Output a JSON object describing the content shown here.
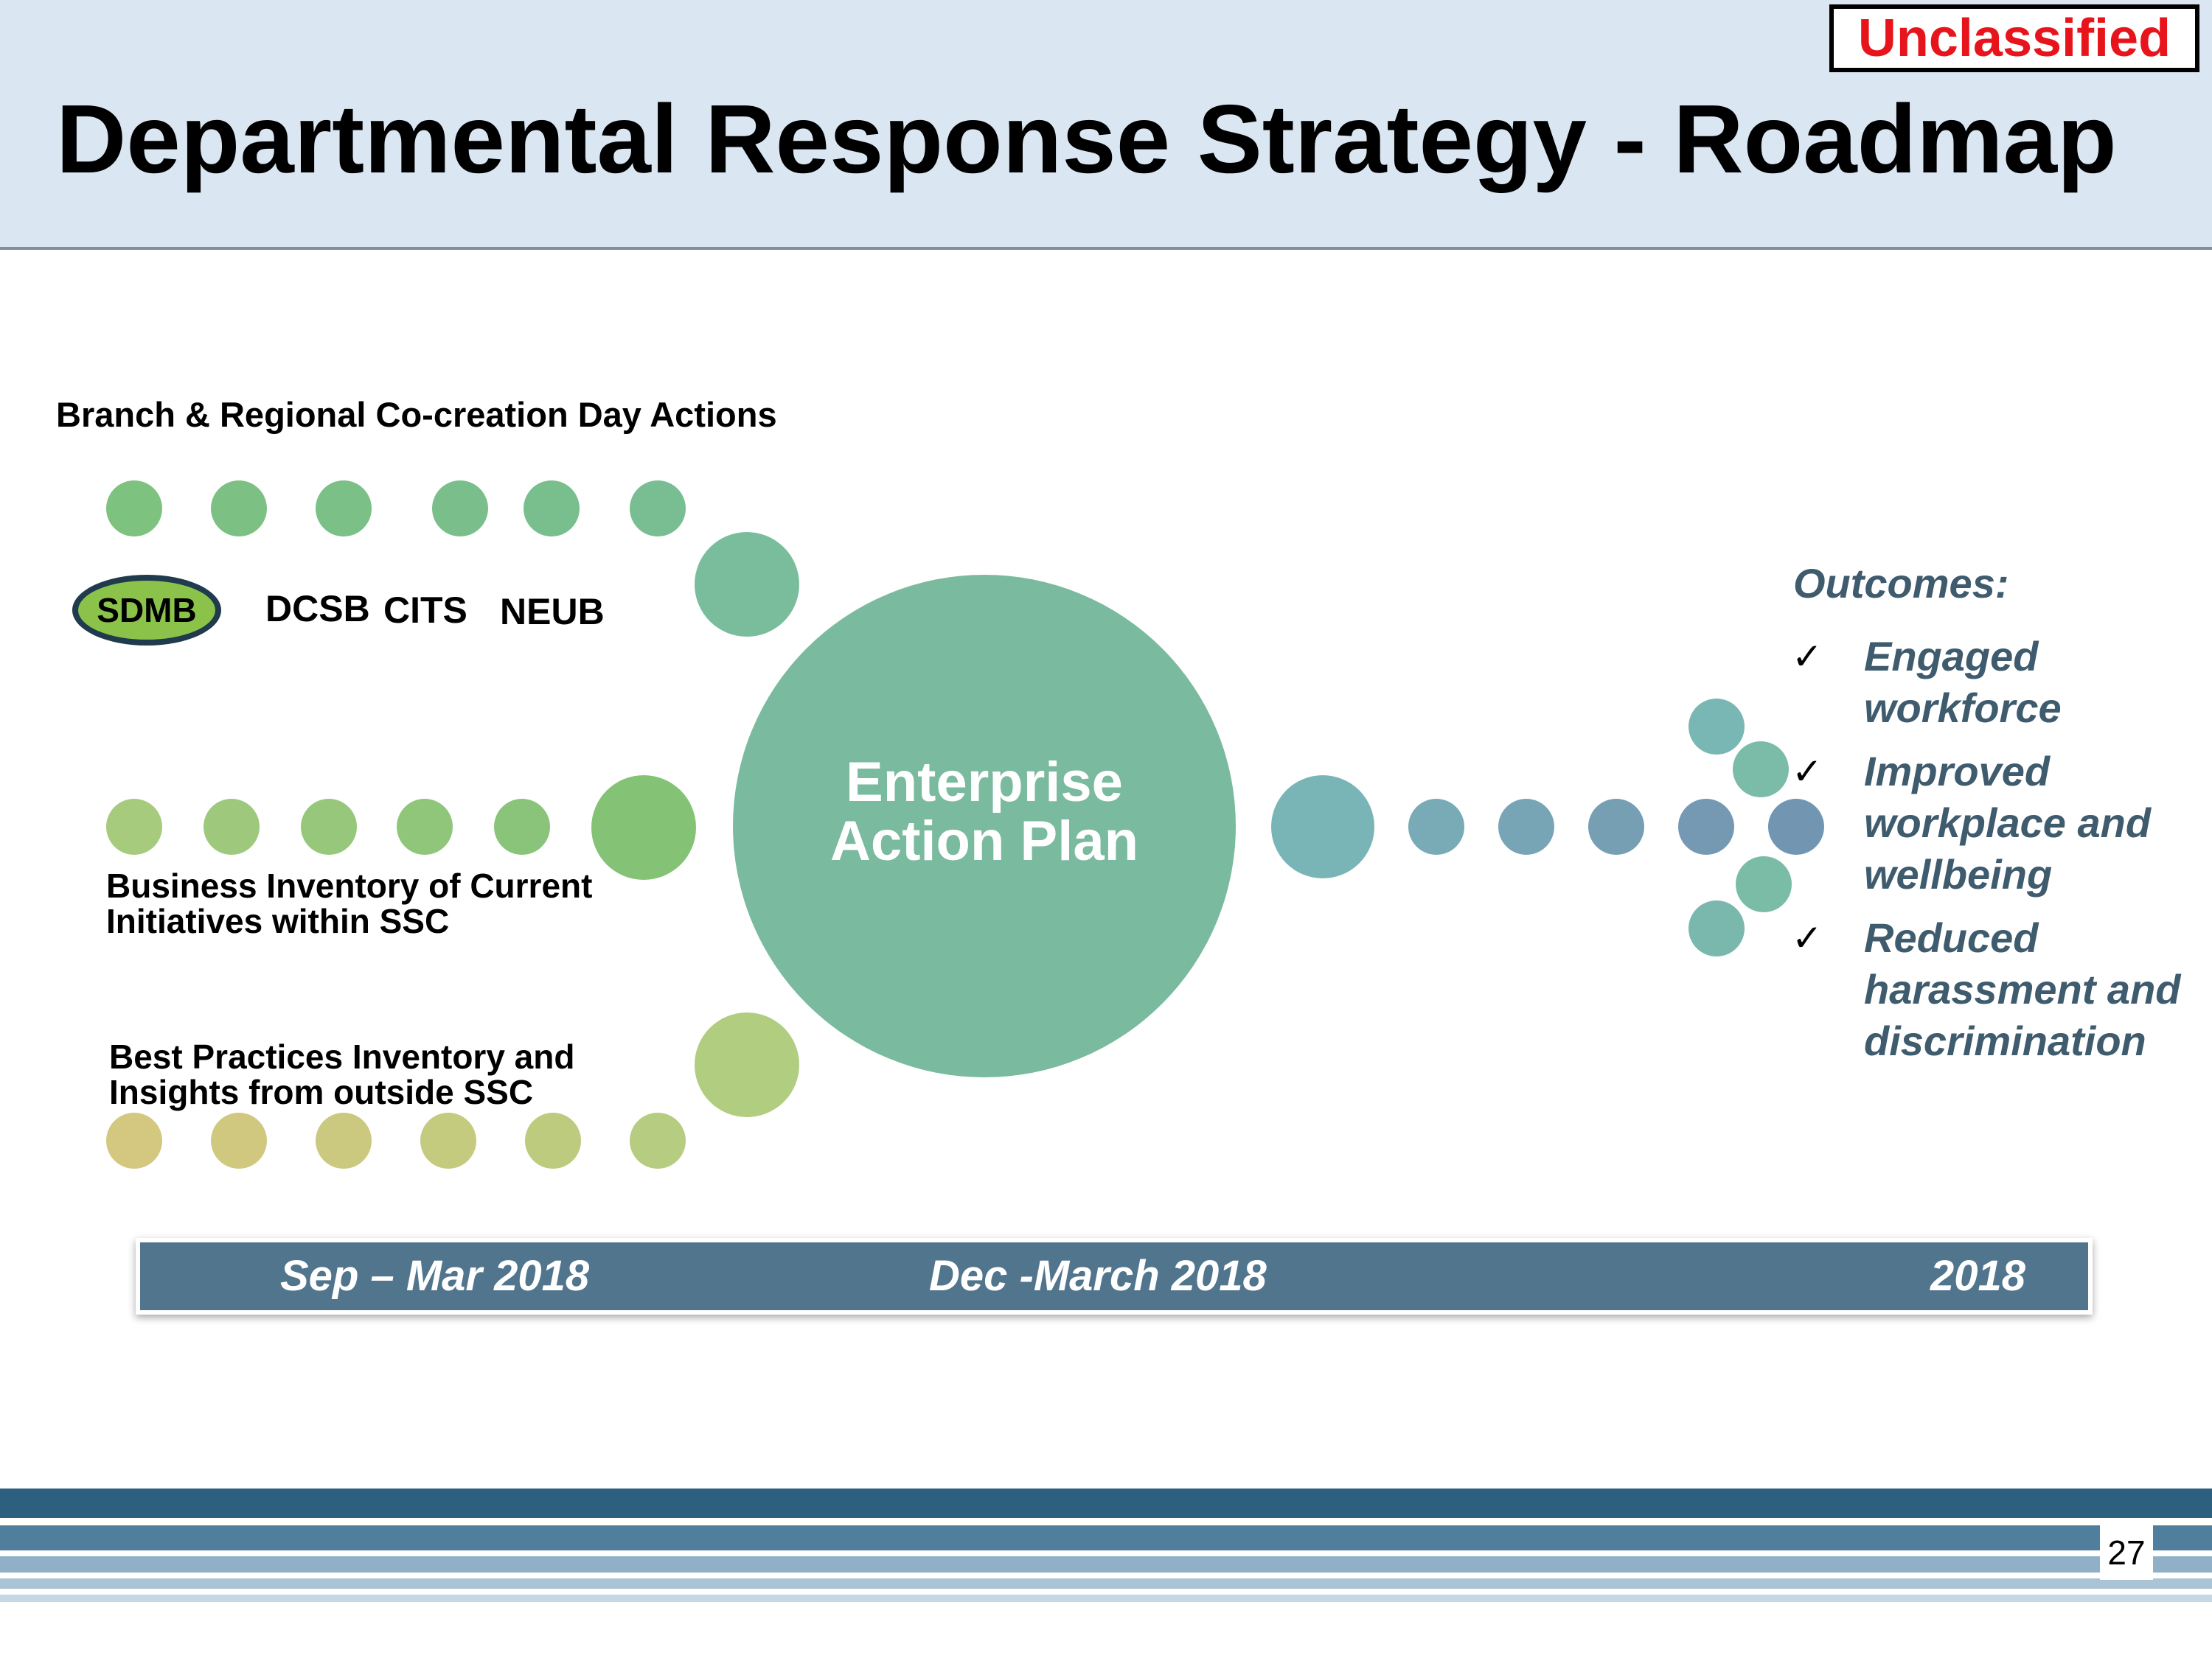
{
  "classification": "Unclassified",
  "title": "Departmental Response Strategy - Roadmap",
  "sections": {
    "cocreation": "Branch & Regional Co-creation Day Actions",
    "business_inventory": "Business Inventory of Current Initiatives within SSC",
    "best_practices": "Best Practices Inventory and Insights from outside SSC"
  },
  "branches": [
    "SDMB",
    "DCSB",
    "CITS",
    "NEUB"
  ],
  "center": {
    "line1": "Enterprise",
    "line2": "Action Plan"
  },
  "outcomes": {
    "title": "Outcomes:",
    "items": [
      "Engaged workforce",
      "Improved workplace and wellbeing",
      "Reduced harassment and discrimination"
    ]
  },
  "timeline": [
    "Sep – Mar 2018",
    "Dec -March 2018",
    "2018"
  ],
  "page_number": "27",
  "colors": {
    "header_bg": "#dae6f1",
    "classification_text": "#e8141c",
    "center_circle": "#7aba9f",
    "timeline_bar": "#52758e",
    "outcome_text": "#3f5b6e",
    "sdmb_highlight": "#8bc34a"
  },
  "icons": {
    "outcome_marker": "check-icon"
  }
}
